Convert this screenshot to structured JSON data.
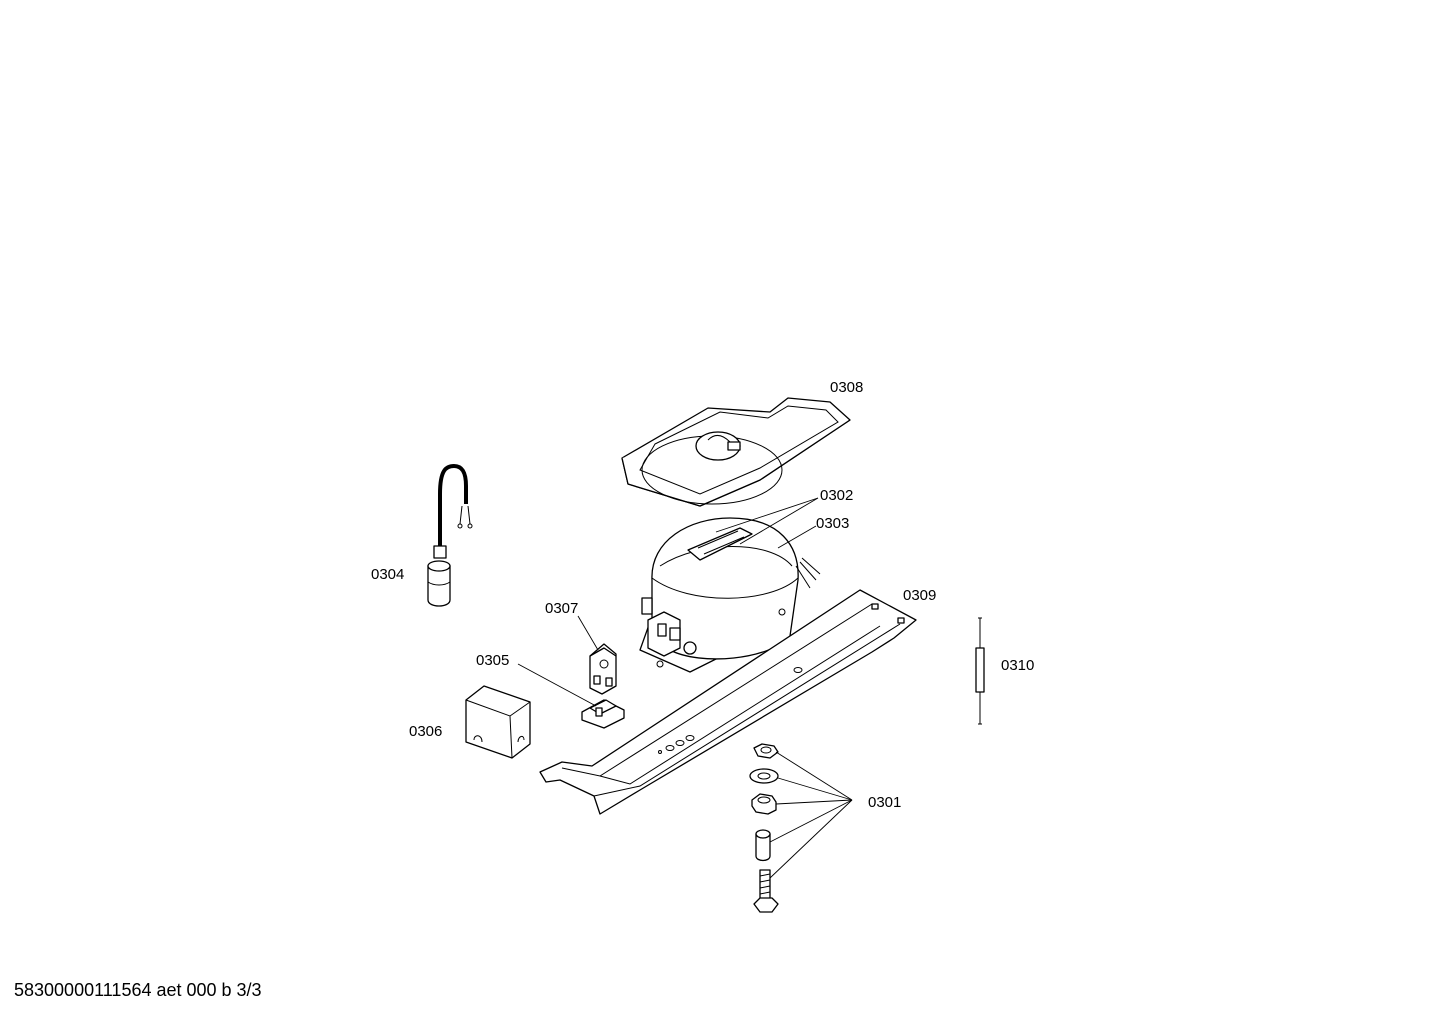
{
  "labels": {
    "p0301": "0301",
    "p0302": "0302",
    "p0303": "0303",
    "p0304": "0304",
    "p0305": "0305",
    "p0306": "0306",
    "p0307": "0307",
    "p0308": "0308",
    "p0309": "0309",
    "p0310": "0310"
  },
  "footer": "58300000111564 aet 000 b 3/3"
}
